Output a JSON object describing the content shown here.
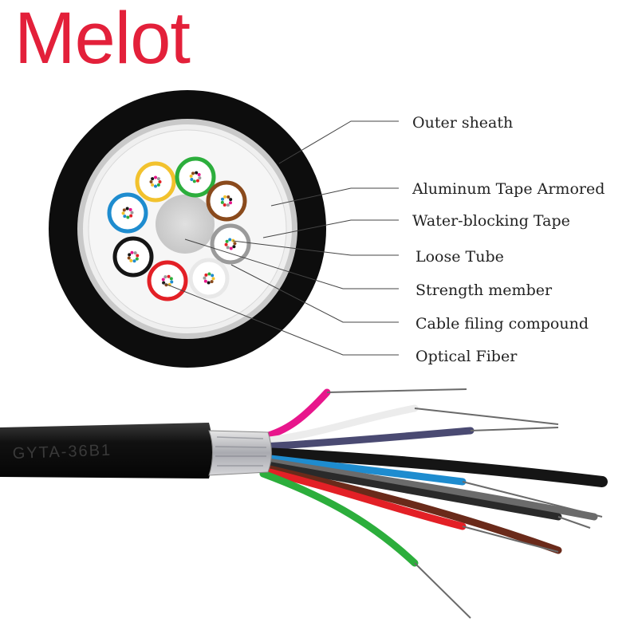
{
  "brand": {
    "name": "Melot",
    "color": "#e3203a"
  },
  "labels": [
    "Outer sheath",
    "Aluminum Tape Armored",
    "Water-blocking Tape",
    "Loose Tube",
    "Strength member",
    "Cable filing compound",
    "Optical Fiber"
  ],
  "cable_print": "GYTA-36B1",
  "tube_colors": [
    "#f2c22e",
    "#2cae3c",
    "#8a4a1c",
    "#9a9a9a",
    "#f5f5f5",
    "#e32026",
    "#151515",
    "#1e8ccf"
  ],
  "fiber_colors": [
    "#e8168c",
    "#f5f5f5",
    "#4a4a72",
    "#151515",
    "#1e8ccf",
    "#6b6b6b",
    "#2a2a2a",
    "#6a2a1a",
    "#e32026",
    "#2cae3c"
  ]
}
